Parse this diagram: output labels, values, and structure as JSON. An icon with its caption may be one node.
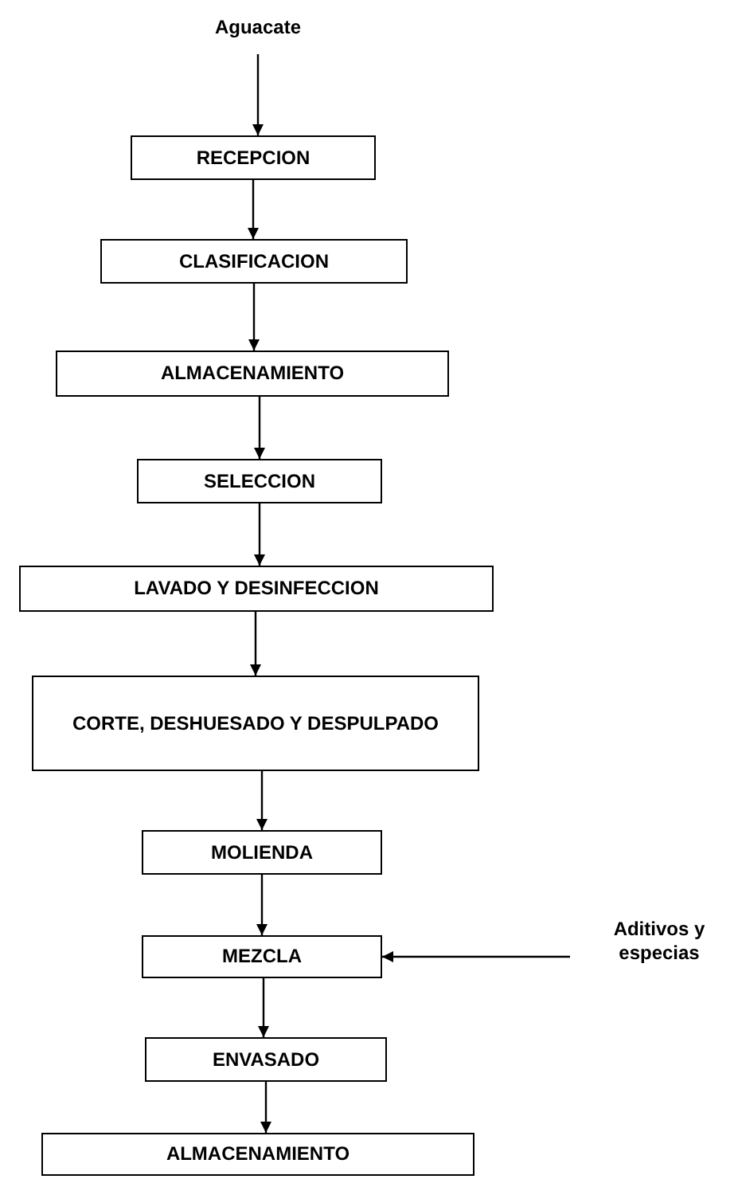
{
  "diagram": {
    "nodes": [
      {
        "text": [
          "Aguacate"
        ]
      },
      {
        "text": [
          "RECEPCION"
        ]
      },
      {
        "text": [
          "CLASIFICACION"
        ]
      },
      {
        "text": [
          "ALMACENAMIENTO"
        ]
      },
      {
        "text": [
          "SELECCION"
        ]
      },
      {
        "text": [
          "LAVADO Y DESINFECCION"
        ]
      },
      {
        "text": [
          "CORTE, DESHUESADO Y DESPULPADO"
        ]
      },
      {
        "text": [
          "MOLIENDA"
        ]
      },
      {
        "text": [
          "MEZCLA"
        ]
      },
      {
        "text": [
          "ENVASADO"
        ]
      },
      {
        "text": [
          "ALMACENAMIENTO"
        ]
      },
      {
        "text": [
          "Aditivos y especias"
        ]
      }
    ],
    "edges": [
      {
        "from": 0,
        "to": 1,
        "arrow": "to"
      },
      {
        "from": 1,
        "to": 2,
        "arrow": "to"
      },
      {
        "from": 2,
        "to": 3,
        "arrow": "to"
      },
      {
        "from": 3,
        "to": 4,
        "arrow": "to"
      },
      {
        "from": 4,
        "to": 5,
        "arrow": "to"
      },
      {
        "from": 5,
        "to": 6,
        "arrow": "to"
      },
      {
        "from": 6,
        "to": 7,
        "arrow": "to"
      },
      {
        "from": 7,
        "to": 8,
        "arrow": "to"
      },
      {
        "from": 8,
        "to": 9,
        "arrow": "to"
      },
      {
        "from": 9,
        "to": 10,
        "arrow": "to"
      },
      {
        "from": 11,
        "to": 8,
        "arrow": "to"
      }
    ]
  }
}
